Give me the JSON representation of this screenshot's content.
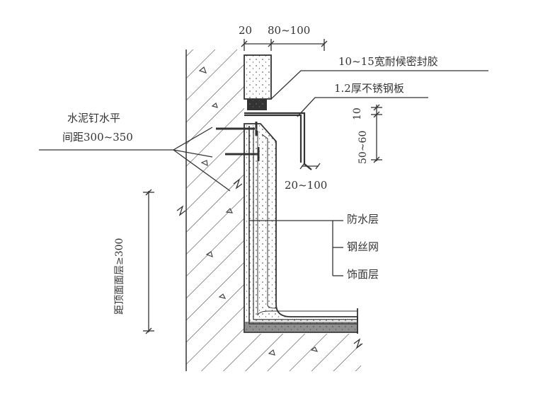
{
  "dimensions": {
    "dim_top_left": "20",
    "dim_top_right": "80~100",
    "dim_bottom": "20~100",
    "dim_vertical_small": "10",
    "dim_vertical_large": "50~60",
    "dim_height": "距顶面面层≥300"
  },
  "callouts": {
    "sealant": "10~15宽耐候密封胶",
    "steel_plate": "1.2厚不锈钢板",
    "nail_line1": "水泥钉水平",
    "nail_line2": "间距300~350",
    "waterproof": "防水层",
    "wire_mesh": "钢丝网",
    "finish": "饰面层"
  },
  "colors": {
    "ink": "#333333",
    "hatch": "#555555",
    "fill_dots": "#666666"
  }
}
